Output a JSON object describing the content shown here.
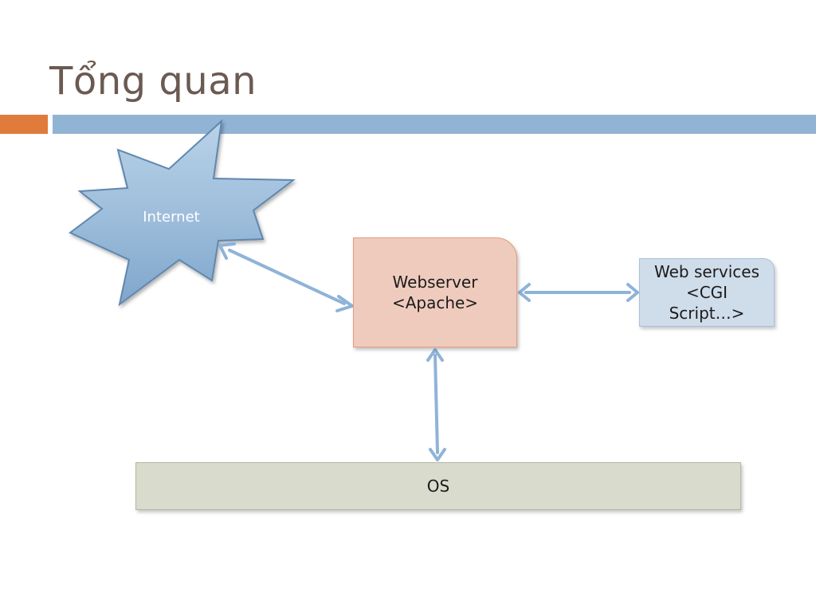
{
  "slide": {
    "title": "Tổng quan",
    "accent_colors": {
      "orange": "#e07b3c",
      "blue": "#92b4d4"
    }
  },
  "diagram": {
    "nodes": {
      "internet": {
        "label": "Internet",
        "shape": "explosion-star",
        "color": "#9dbfdc"
      },
      "webserver": {
        "label": "Webserver\n<Apache>",
        "color": "#efcbbd"
      },
      "web_services": {
        "label": "Web services\n<CGI\nScript…>",
        "color": "#cfdcea"
      },
      "os": {
        "label": "OS",
        "color": "#d9dbcc"
      }
    },
    "connectors": [
      {
        "from": "internet",
        "to": "webserver",
        "type": "bidirectional-arrow"
      },
      {
        "from": "webserver",
        "to": "web_services",
        "type": "bidirectional-arrow"
      },
      {
        "from": "webserver",
        "to": "os",
        "type": "bidirectional-arrow"
      }
    ]
  }
}
